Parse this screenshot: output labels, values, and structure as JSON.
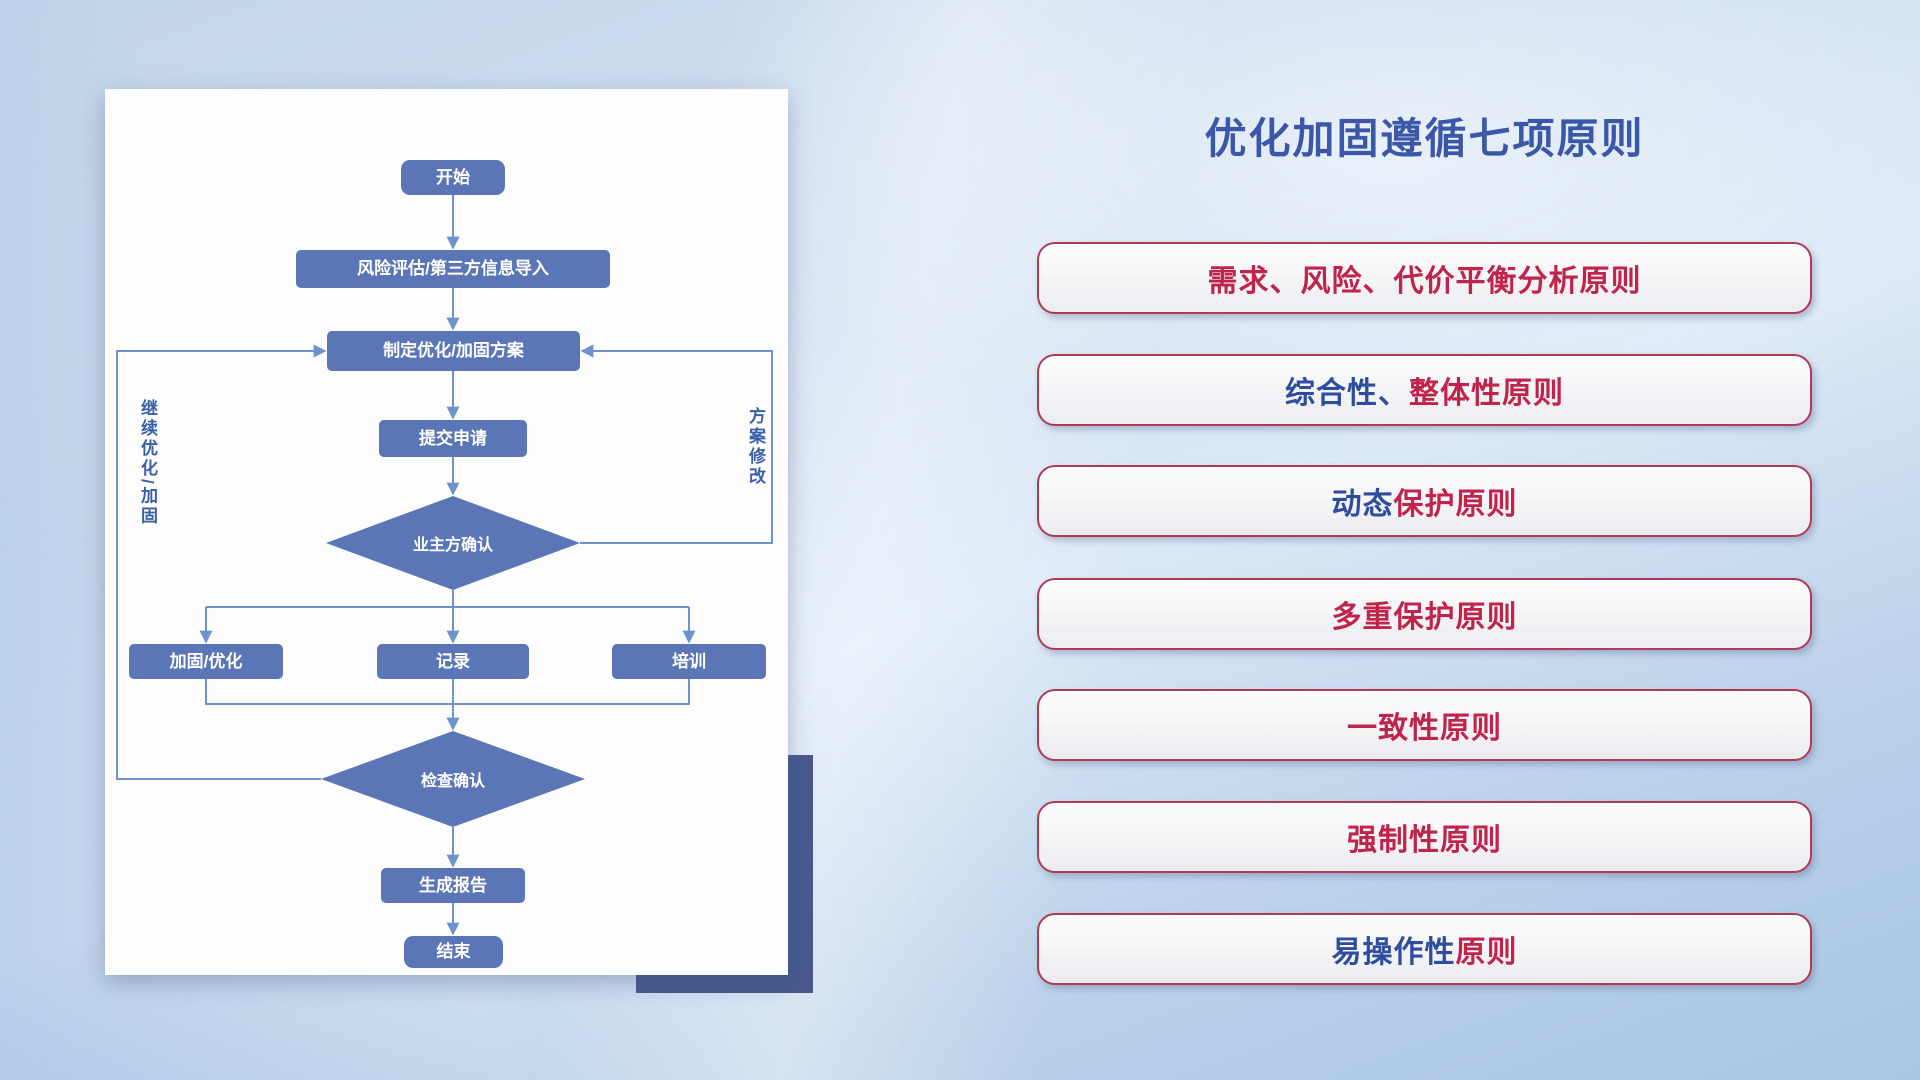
{
  "slide": {
    "title": "优化加固遵循七项原则"
  },
  "flowchart": {
    "start": "开始",
    "risk_import": "风险评估/第三方信息导入",
    "make_plan": "制定优化/加固方案",
    "submit": "提交申请",
    "owner_confirm": "业主方确认",
    "harden": "加固/优化",
    "record": "记录",
    "train": "培训",
    "check_confirm": "检查确认",
    "report": "生成报告",
    "end": "结束",
    "loop_left": "继续优化/加固",
    "loop_right": "方案修改"
  },
  "principles": [
    {
      "blue": "",
      "red": "需求、风险、代价平衡分析原则"
    },
    {
      "blue": "综合性、",
      "red": "整体性原则"
    },
    {
      "blue": "动态",
      "red": "保护原则"
    },
    {
      "blue": "",
      "red": "多重保护原则"
    },
    {
      "blue": "",
      "red": "一致性原则"
    },
    {
      "blue": "",
      "red": "强制性原则"
    },
    {
      "blue": "易操作性",
      "red": "原则"
    }
  ],
  "colors": {
    "title_blue": "#3a57a8",
    "text_red": "#c0244a",
    "text_blue": "#2e4d9e",
    "node_fill": "#5b76b6",
    "connector": "#6d92cc",
    "principle_border": "#b03a52",
    "accent_rect": "#47598f"
  }
}
